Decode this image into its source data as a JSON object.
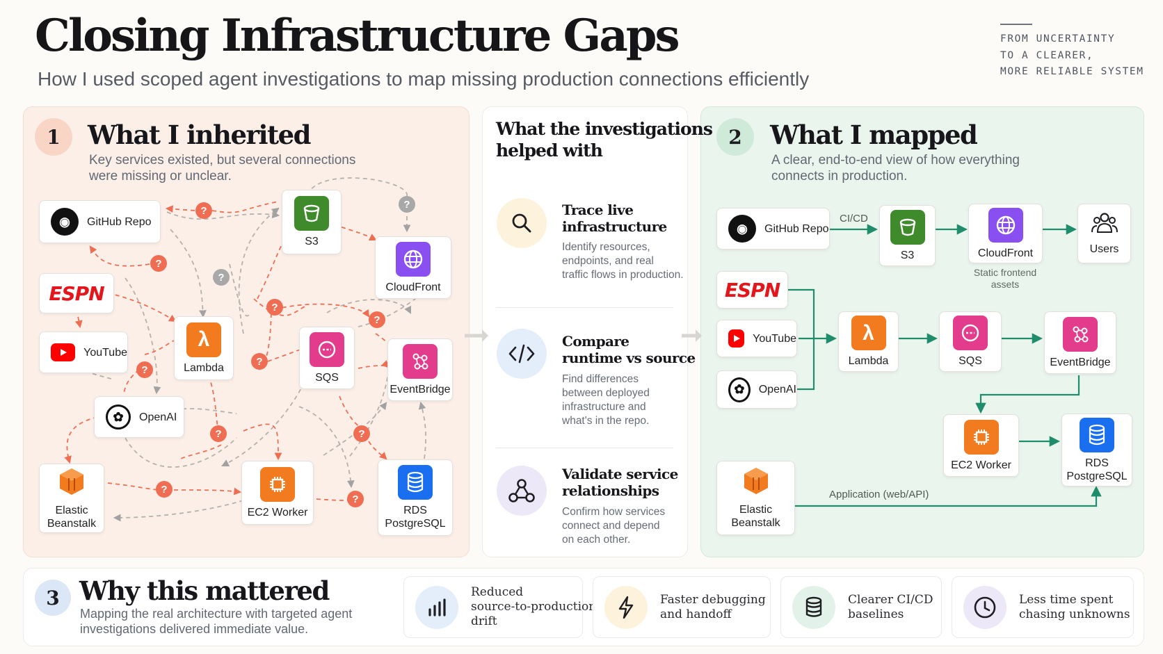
{
  "header": {
    "title": "Closing Infrastructure Gaps",
    "subtitle": "How I used scoped agent investigations to map missing production connections efficiently",
    "tagline": [
      "FROM UNCERTAINTY",
      "TO A CLEARER,",
      "MORE RELIABLE SYSTEM"
    ]
  },
  "inherited": {
    "number": "1",
    "title": "What I inherited",
    "description": [
      "Key services existed, but several connections",
      "were missing or unclear."
    ],
    "unknown_marker": "?",
    "nodes": {
      "github": "GitHub Repo",
      "s3": "S3",
      "cloudfront": "CloudFront",
      "espn": "ESPN",
      "youtube": "YouTube",
      "lambda": "Lambda",
      "sqs": "SQS",
      "eventbridge": "EventBridge",
      "openai": "OpenAI",
      "beanstalk": [
        "Elastic",
        "Beanstalk"
      ],
      "ec2": "EC2 Worker",
      "rds": [
        "RDS",
        "PostgreSQL"
      ]
    }
  },
  "investigations": {
    "title": [
      "What the investigations",
      "helped with"
    ],
    "items": [
      {
        "icon": "search-icon",
        "heading": [
          "Trace live",
          "infrastructure"
        ],
        "body": [
          "Identify resources,",
          "endpoints, and real",
          "traffic flows in production."
        ]
      },
      {
        "icon": "code-icon",
        "heading": [
          "Compare",
          "runtime vs source"
        ],
        "body": [
          "Find differences",
          "between deployed",
          "infrastructure and",
          "what's in the repo."
        ]
      },
      {
        "icon": "share-nodes-icon",
        "heading": [
          "Validate service",
          "relationships"
        ],
        "body": [
          "Confirm how services",
          "connect and depend",
          "on each other."
        ]
      }
    ]
  },
  "mapped": {
    "number": "2",
    "title": "What I mapped",
    "description": [
      "A clear, end-to-end view of how everything",
      "connects in production."
    ],
    "edge_labels": {
      "cicd": "CI/CD",
      "app": "Application (web/API)"
    },
    "cloudfront_note": [
      "Static frontend",
      "assets"
    ],
    "nodes": {
      "github": "GitHub Repo",
      "s3": "S3",
      "cloudfront": "CloudFront",
      "users": "Users",
      "espn": "ESPN",
      "youtube": "YouTube",
      "openai": "OpenAI",
      "lambda": "Lambda",
      "sqs": "SQS",
      "eventbridge": "EventBridge",
      "ec2": "EC2 Worker",
      "rds": [
        "RDS",
        "PostgreSQL"
      ],
      "beanstalk": [
        "Elastic",
        "Beanstalk"
      ]
    }
  },
  "why": {
    "number": "3",
    "title": "Why this mattered",
    "description": [
      "Mapping the real architecture with targeted agent",
      "investigations delivered immediate value."
    ],
    "benefits": [
      {
        "icon": "bar-chart-icon",
        "text": [
          "Reduced",
          "source-to-production",
          "drift"
        ]
      },
      {
        "icon": "lightning-icon",
        "text": [
          "Faster debugging",
          "and handoff"
        ]
      },
      {
        "icon": "database-icon",
        "text": [
          "Clearer CI/CD",
          "baselines"
        ]
      },
      {
        "icon": "clock-icon",
        "text": [
          "Less time spent",
          "chasing unknowns"
        ]
      }
    ]
  },
  "colors": {
    "accent_orange": "#ef6e53",
    "flow_green": "#1f8c6b",
    "aws_orange": "#f27a1f",
    "aws_green": "#3f8b2c",
    "aws_purple": "#8a4ff0",
    "aws_pink": "#e43c8c",
    "aws_blue": "#1a6ef0"
  }
}
